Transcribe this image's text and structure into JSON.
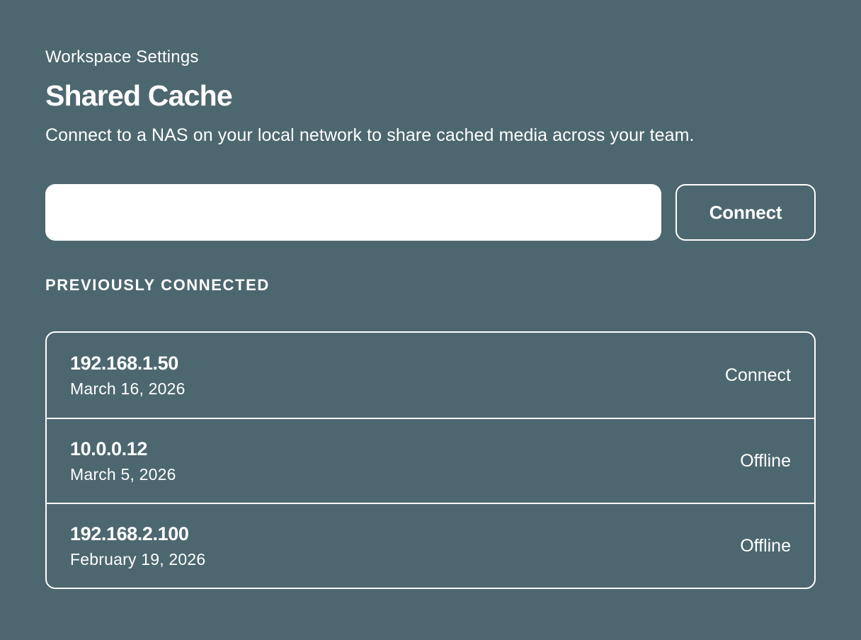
{
  "header": {
    "eyebrow": "Workspace Settings",
    "title": "Shared Cache",
    "subtitle": "Connect to a NAS on your local network to share cached media across your team."
  },
  "connect_form": {
    "input_value": "",
    "input_placeholder": "",
    "button_label": "Connect"
  },
  "history": {
    "section_label": "PREVIOUSLY CONNECTED",
    "items": [
      {
        "host": "192.168.1.50",
        "date": "March 16, 2026",
        "action": "Connect",
        "status": "available"
      },
      {
        "host": "10.0.0.12",
        "date": "March 5, 2026",
        "action": "Offline",
        "status": "offline"
      },
      {
        "host": "192.168.2.100",
        "date": "February 19, 2026",
        "action": "Offline",
        "status": "offline"
      }
    ]
  },
  "colors": {
    "background": "#4d6770",
    "foreground": "#ffffff",
    "input_background": "#ffffff"
  }
}
